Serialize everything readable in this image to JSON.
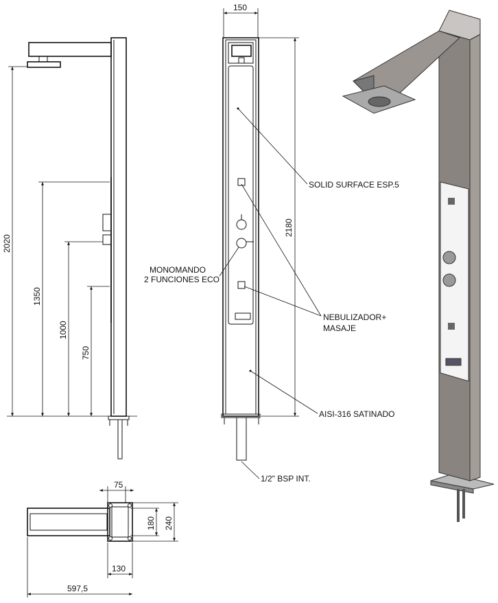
{
  "dimensions": {
    "width_top": "150",
    "total_height_front": "2180",
    "head_height": "2020",
    "h1350": "1350",
    "h1000": "1000",
    "h750": "750",
    "plan_75": "75",
    "plan_180": "180",
    "plan_240": "240",
    "plan_130": "130",
    "plan_597": "597,5"
  },
  "labels": {
    "solid_surface": "SOLID SURFACE ESP.5",
    "monomando_1": "MONOMANDO",
    "monomando_2": "2 FUNCIONES ECO",
    "nebulizador_1": "NEBULIZADOR+",
    "nebulizador_2": "MASAJE",
    "aisi": "AISI-316 SATINADO",
    "bsp": "1/2\" BSP INT."
  },
  "colors": {
    "line": "#111111",
    "render_front": "#8a8480",
    "render_side": "#a39d98",
    "panel": "#f4f4f4"
  }
}
